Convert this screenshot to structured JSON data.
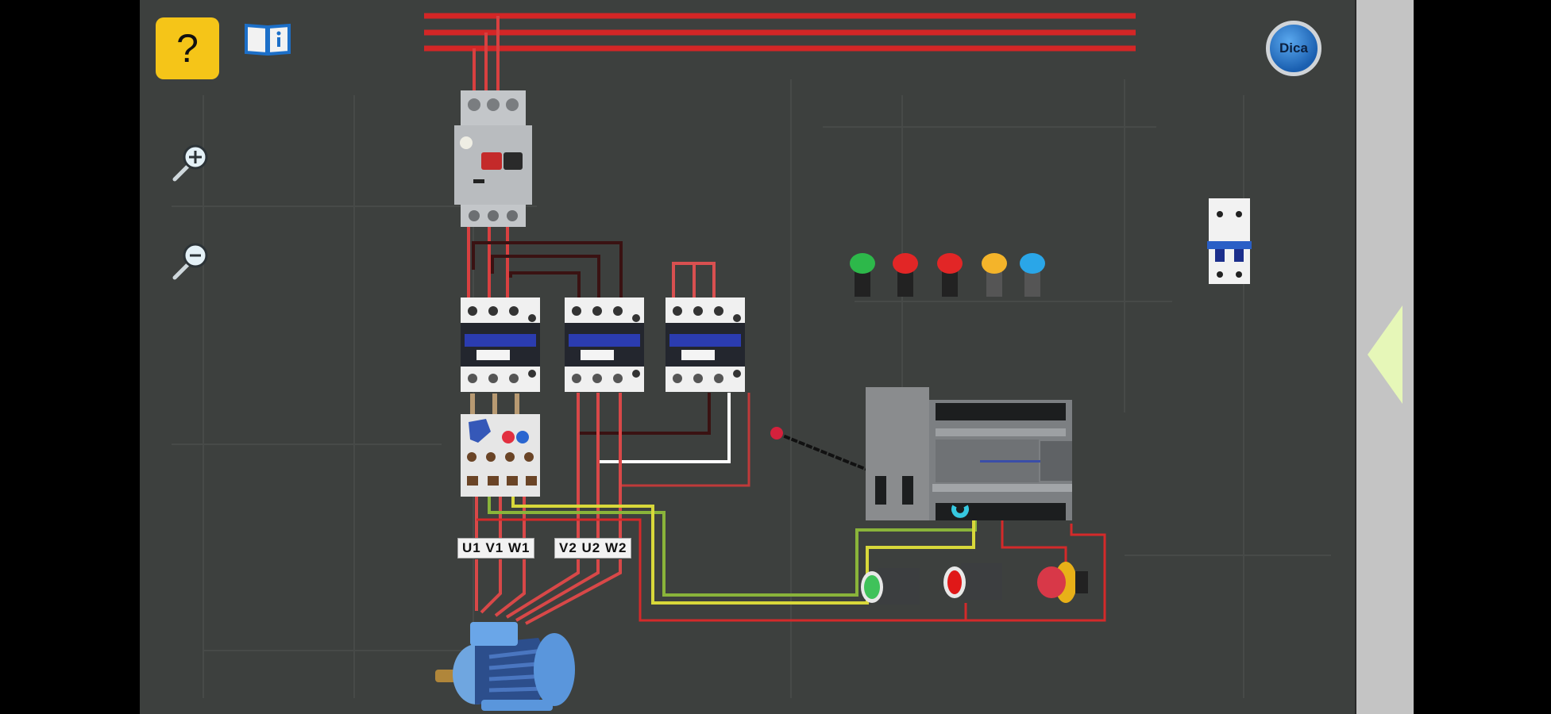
{
  "toolbar": {
    "help_label": "?",
    "manual_icon": "book-info-icon",
    "zoom_in_icon": "zoom-in-icon",
    "zoom_out_icon": "zoom-out-icon",
    "tip_label": "Dica"
  },
  "canvas": {
    "background": "#3d403e",
    "wire_colors": {
      "power": "#d32a2a",
      "dark": "#3a1414",
      "white": "#ffffff",
      "yellow": "#d8d83a",
      "green": "#8ab43a",
      "signal": "#111111"
    },
    "components": {
      "motor_protector": "Motor protection circuit breaker",
      "contactors": [
        "Contactor K1",
        "Contactor K2",
        "Contactor K3"
      ],
      "overload_relay": "Thermal overload relay",
      "motor": "Three-phase induction motor",
      "plc": "PLC",
      "breaker": "2-pole miniature circuit breaker",
      "pilot_lights": [
        {
          "color": "#2db84a",
          "name": "green"
        },
        {
          "color": "#e22626",
          "name": "red"
        },
        {
          "color": "#e22626",
          "name": "red"
        },
        {
          "color": "#f4b42a",
          "name": "yellow"
        },
        {
          "color": "#2aa6e8",
          "name": "blue"
        }
      ],
      "push_buttons": [
        {
          "color": "#3fc25a",
          "name": "start"
        },
        {
          "color": "#e01818",
          "name": "stop"
        },
        {
          "color": "#d83848",
          "name": "emergency-stop"
        }
      ]
    },
    "terminal_labels": {
      "group1": "U1  V1 W1",
      "group2": "V2  U2 W2"
    }
  },
  "drawer": {
    "toggle_icon": "triangle-left-icon"
  }
}
